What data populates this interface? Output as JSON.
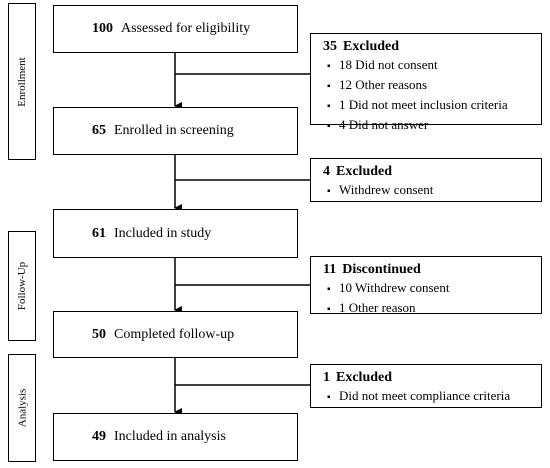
{
  "stages": {
    "enrollment": "Enrollment",
    "follow_up": "Follow-Up",
    "analysis": "Analysis"
  },
  "main_boxes": [
    {
      "count": "100",
      "label": "Assessed for eligibility"
    },
    {
      "count": "65",
      "label": "Enrolled in screening"
    },
    {
      "count": "61",
      "label": "Included in study"
    },
    {
      "count": "50",
      "label": "Completed follow-up"
    },
    {
      "count": "49",
      "label": "Included in analysis"
    }
  ],
  "side_boxes": [
    {
      "count": "35",
      "title": "Excluded",
      "items": [
        "18 Did not consent",
        "12 Other reasons",
        "1 Did not meet inclusion criteria",
        "4 Did not answer"
      ]
    },
    {
      "count": "4",
      "title": "Excluded",
      "items": [
        "Withdrew consent"
      ]
    },
    {
      "count": "11",
      "title": "Discontinued",
      "items": [
        "10 Withdrew consent",
        "1 Other reason"
      ]
    },
    {
      "count": "1",
      "title": "Excluded",
      "items": [
        "Did not meet compliance criteria"
      ]
    }
  ],
  "bullet": "▪"
}
